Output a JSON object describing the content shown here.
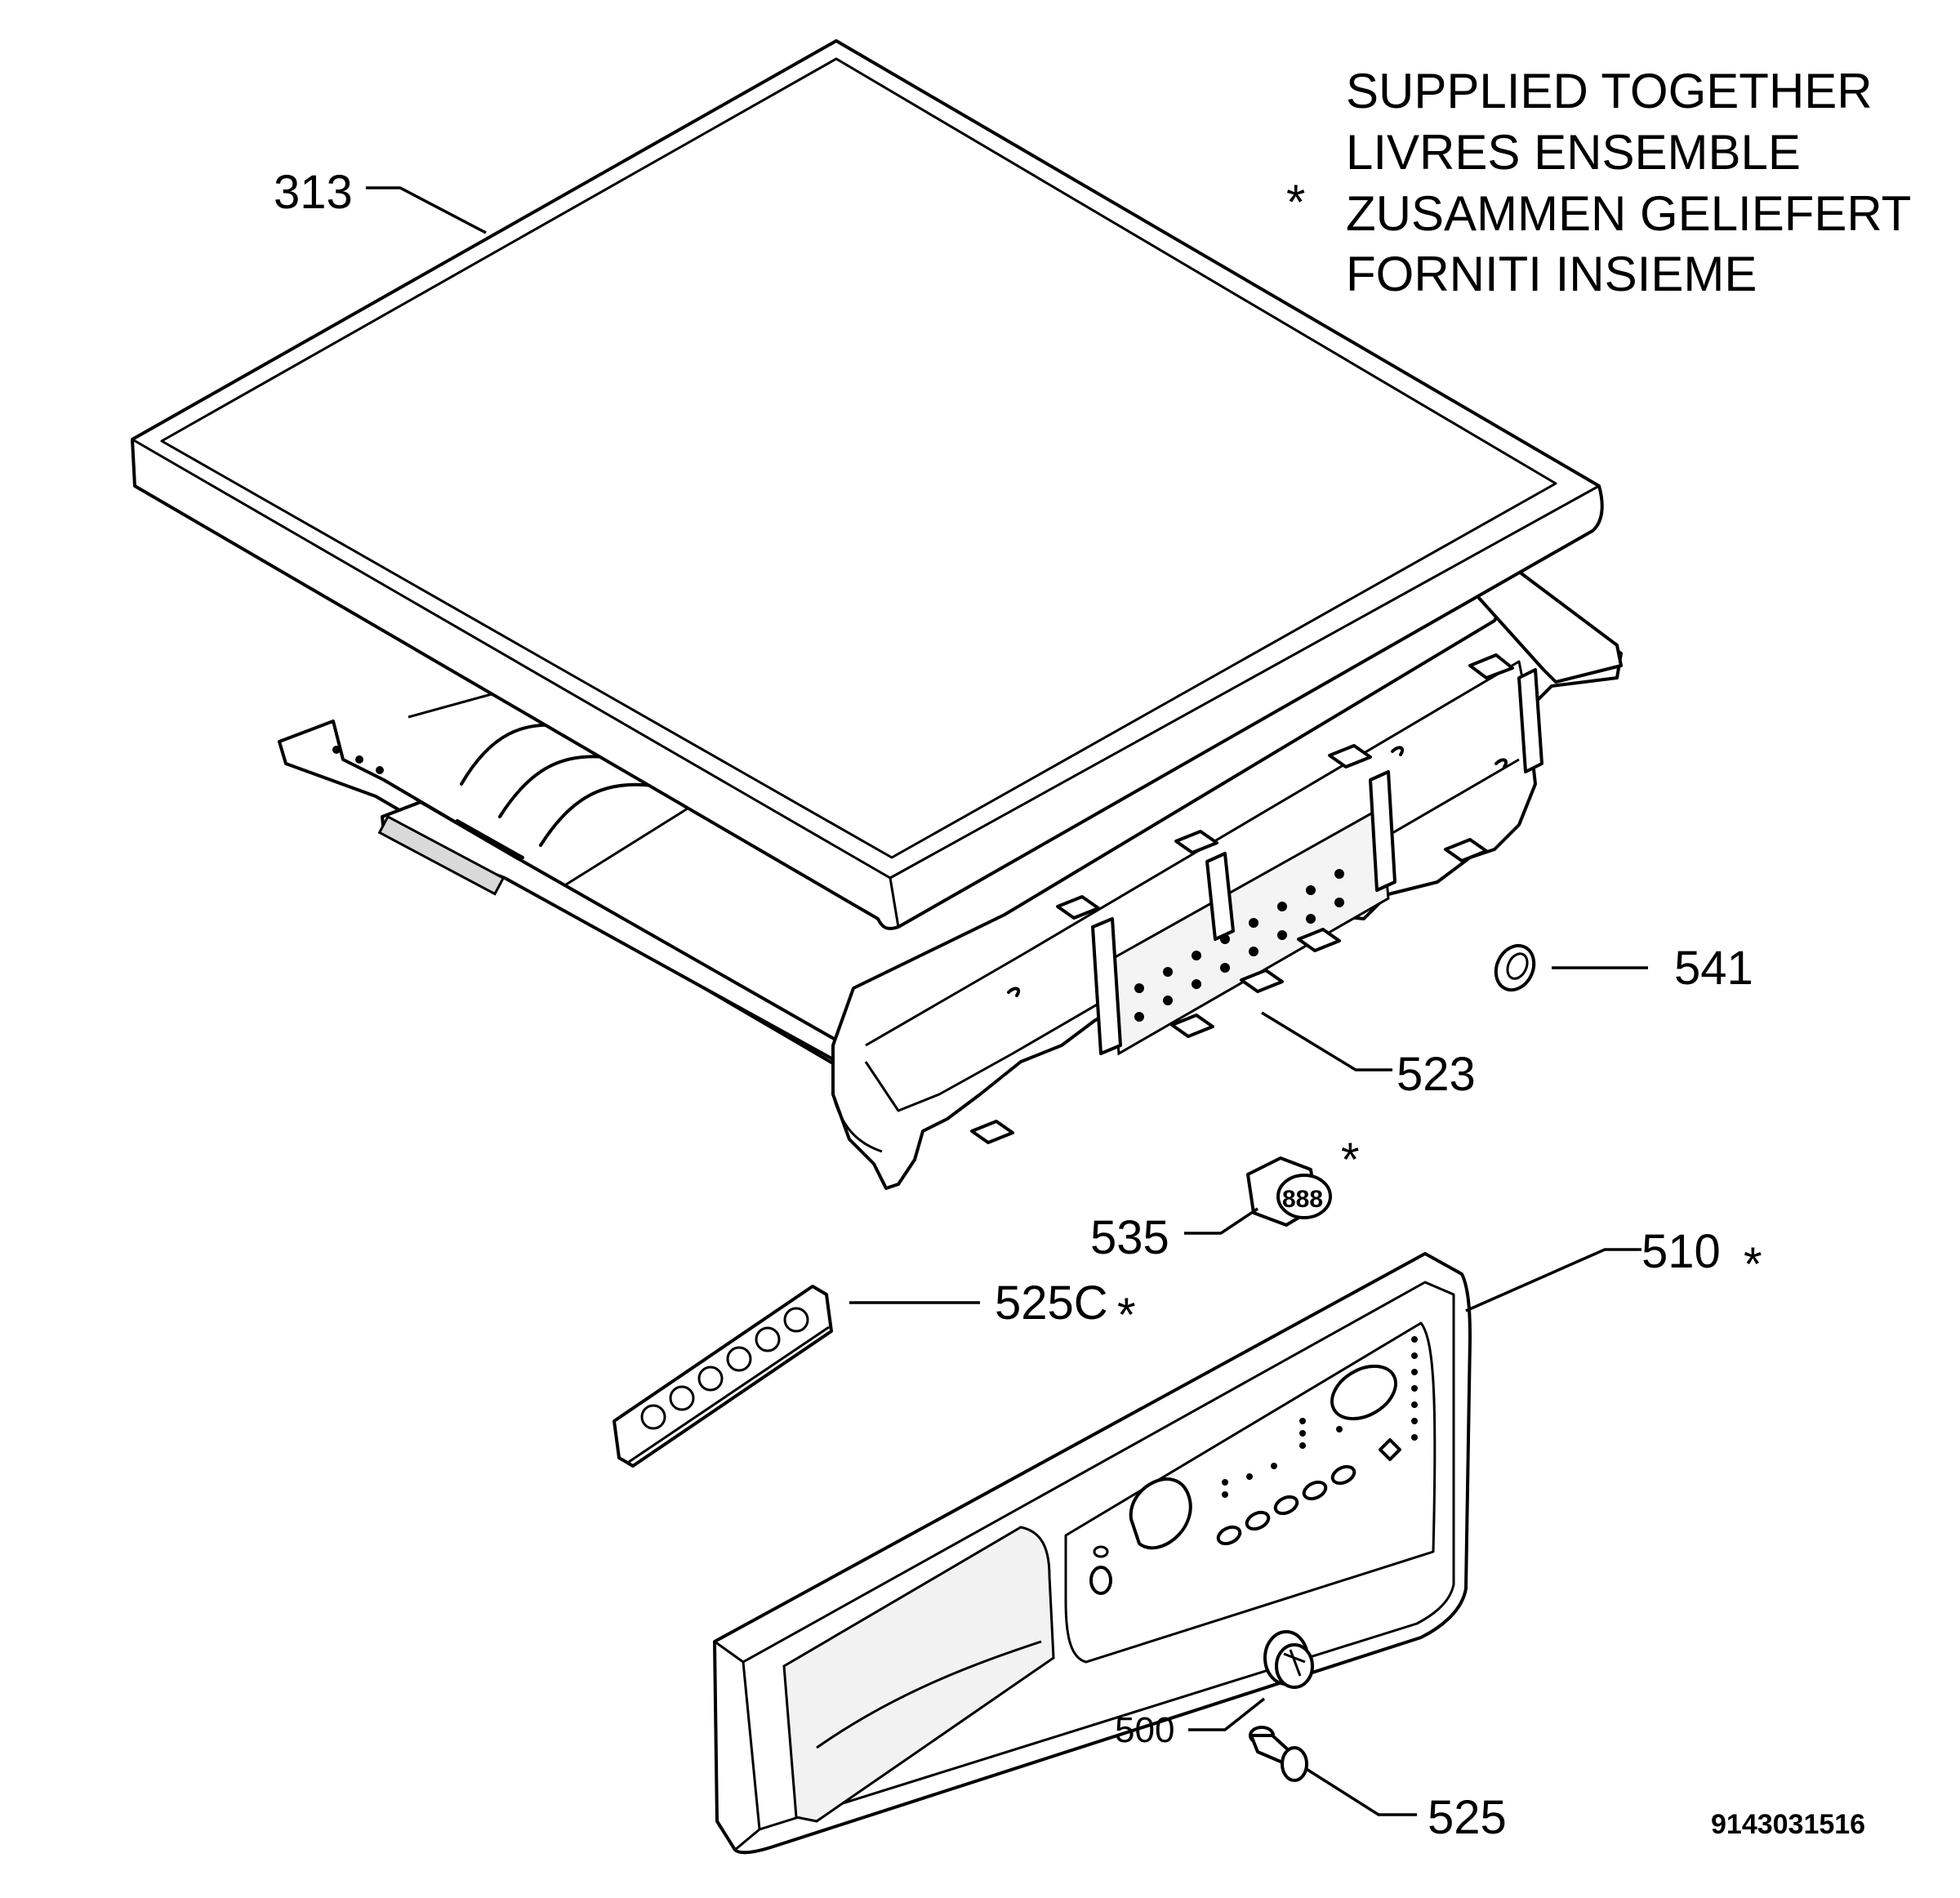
{
  "legend": {
    "symbol": "*",
    "lines": [
      "SUPPLIED TOGETHER",
      "LIVRES ENSEMBLE",
      "ZUSAMMEN GELIEFERT",
      "FORNITI INSIEME"
    ]
  },
  "callouts": {
    "c313": "313",
    "c541": "541",
    "c523": "523",
    "c535": "535",
    "c510": "510",
    "c525c": "525C",
    "c500": "500",
    "c525": "525"
  },
  "asterisk": "*",
  "display_digits": "888",
  "drawing_number": "9143031516"
}
